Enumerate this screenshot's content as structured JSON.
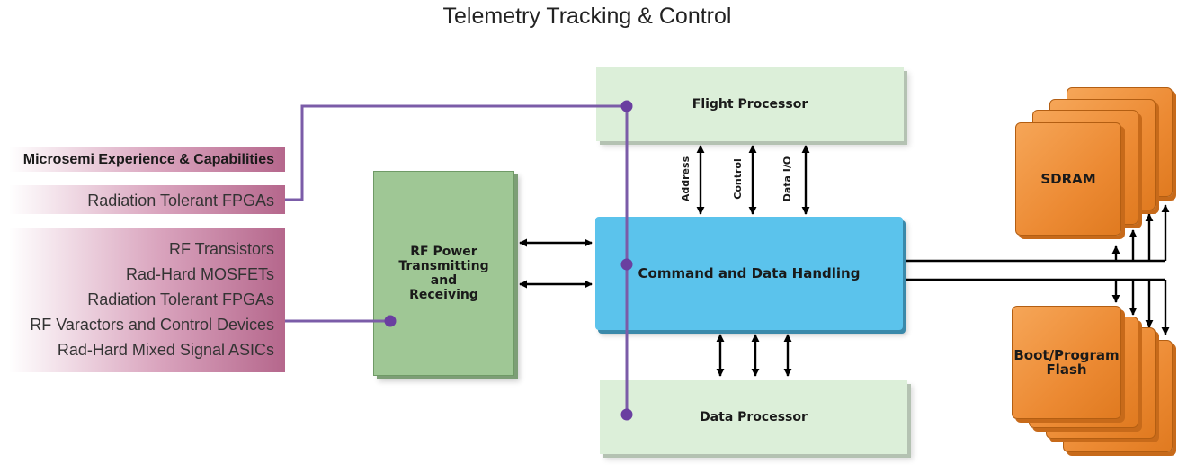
{
  "title": "Telemetry Tracking & Control",
  "capabilities": {
    "header": "Microsemi Experience & Capabilities",
    "fpga": "Radiation Tolerant FPGAs",
    "rf_items": [
      "RF Transistors",
      "Rad-Hard MOSFETs",
      "Radiation Tolerant FPGAs",
      "RF Varactors and Control Devices",
      "Rad-Hard Mixed Signal ASICs"
    ]
  },
  "blocks": {
    "flight_processor": "Flight Processor",
    "command_data_handling": "Command and Data Handling",
    "data_processor": "Data Processor",
    "rf": [
      "RF Power",
      "Transmitting",
      "and",
      "Receiving"
    ],
    "sdram": "SDRAM",
    "flash": [
      "Boot/Program",
      "Flash"
    ]
  },
  "bus_labels": {
    "address": "Address",
    "control": "Control",
    "data_io": "Data I/O"
  },
  "colors": {
    "pale_block": "#dcefd9",
    "rf_block": "#9fc795",
    "cdh_block": "#5bc3ec",
    "memory_chip": "#ec8a33",
    "connector": "#7b5ca8",
    "capability_band": "#b5678c"
  }
}
